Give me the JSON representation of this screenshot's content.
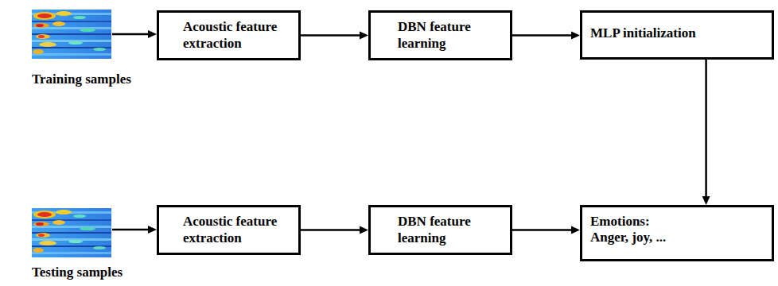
{
  "diagram": {
    "nodes": [
      {
        "text": [
          "Acoustic feature extraction"
        ]
      },
      {
        "text": [
          "DBN feature learning"
        ]
      },
      {
        "text": [
          "MLP initialization"
        ]
      },
      {
        "text": [
          "Acoustic feature extraction"
        ]
      },
      {
        "text": [
          "DBN feature learning"
        ]
      },
      {
        "text": [
          "Emotions:",
          "Anger, joy, ..."
        ]
      }
    ],
    "edges": [
      {
        "from": 0,
        "to": 1,
        "arrow": "to"
      },
      {
        "from": 1,
        "to": 2,
        "arrow": "to"
      },
      {
        "from": 2,
        "to": 5,
        "arrow": "to"
      },
      {
        "from": 3,
        "to": 4,
        "arrow": "to"
      },
      {
        "from": 4,
        "to": 5,
        "arrow": "to"
      }
    ],
    "labels": [
      "Training samples",
      "Testing samples"
    ]
  }
}
